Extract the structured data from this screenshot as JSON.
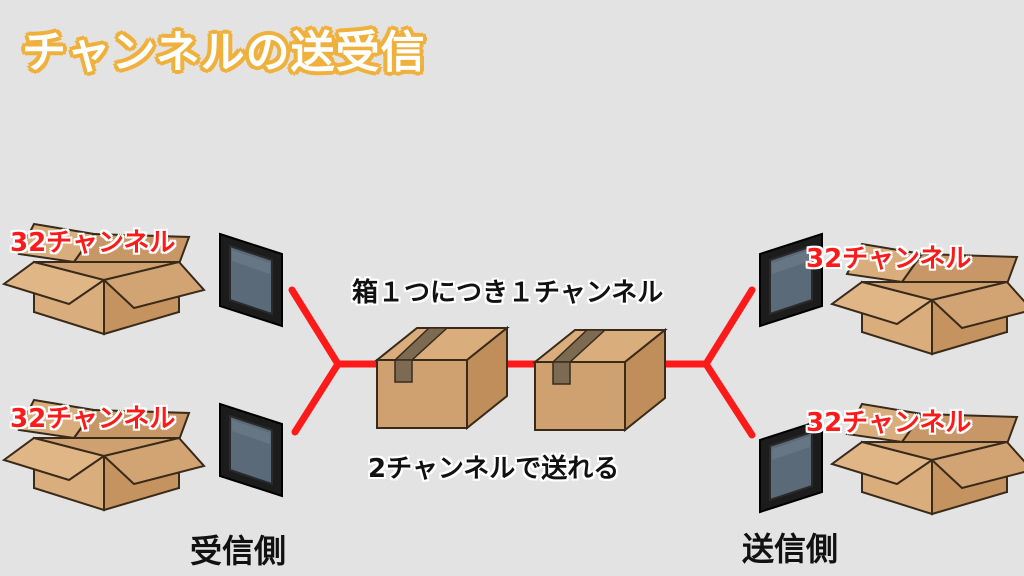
{
  "title": "チャンネルの送受信",
  "labels": {
    "channel": "32チャンネル",
    "box_note": "箱１つにつき１チャンネル",
    "send_note": "2チャンネルで送れる",
    "receiver": "受信側",
    "sender": "送信側"
  },
  "colors": {
    "wire": "#ff1a1a",
    "box": "#cfa171",
    "title_outline": "#f0b03c",
    "screen_frame": "#1c1c1c",
    "screen": "#5b6a78"
  },
  "icons": [
    "cardboard-box-icon",
    "monitor-icon",
    "sealed-box-icon"
  ]
}
